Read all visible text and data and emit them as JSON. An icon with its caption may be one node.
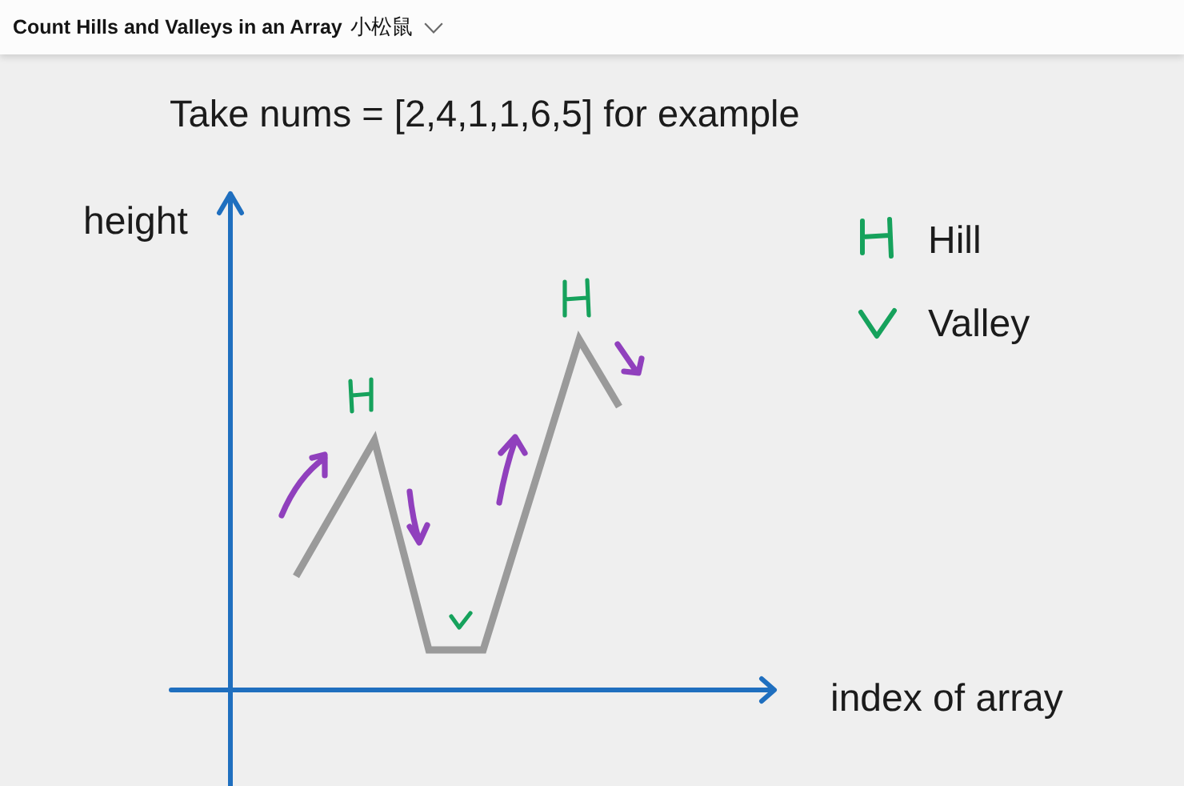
{
  "diagram": {
    "title": "Count Hills and Valleys in an Array",
    "labels": [
      "小松鼠",
      "Take nums = [2,4,1,1,6,5] for example",
      "height",
      "index of array"
    ],
    "legend": [
      {
        "text": "Hill"
      },
      {
        "text": "Valley"
      }
    ]
  }
}
